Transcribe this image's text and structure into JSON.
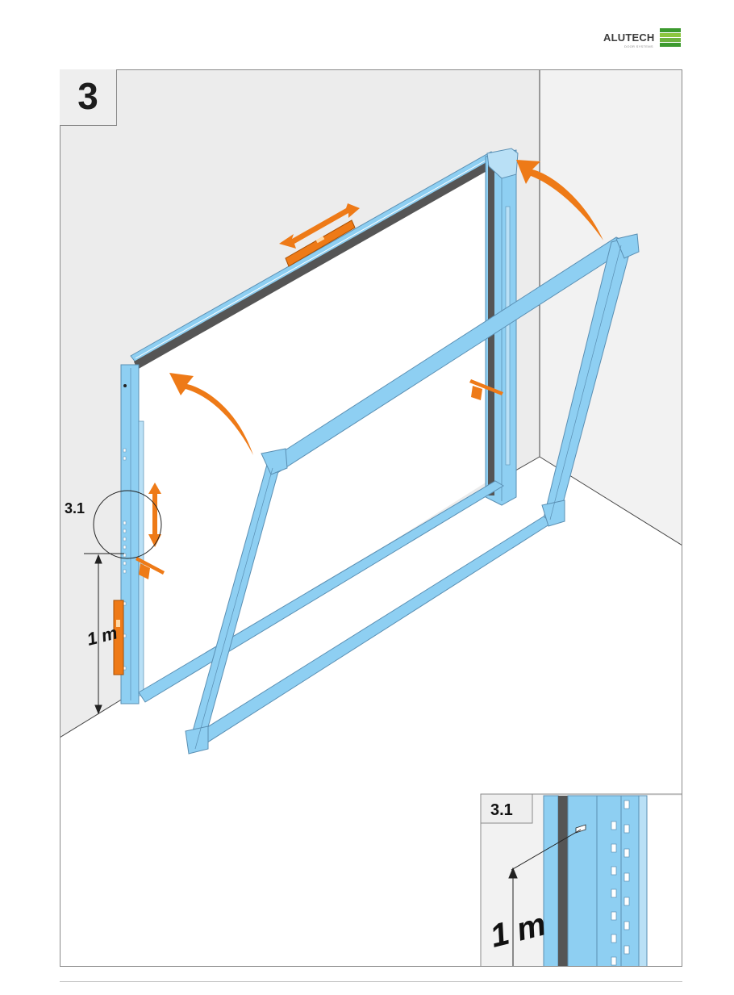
{
  "brand": {
    "name": "ALUTECH",
    "tagline": "DOOR SYSTEMS"
  },
  "step": {
    "number": "3"
  },
  "callout": {
    "label": "3.1"
  },
  "measurement": {
    "label": "1 m"
  },
  "detail": {
    "label": "3.1",
    "measurement_label": "1 m"
  },
  "colors": {
    "frame_blue": "#8ecff2",
    "frame_outline": "#5a8fb3",
    "accent_orange": "#ee7a17",
    "wall_grey": "#ececec",
    "floor_grey": "#f6f6f6",
    "seal_dark": "#555555",
    "logo_green_dark": "#3c9a2e",
    "logo_green_light": "#8cc63f"
  },
  "icons": [
    "swap-arrow-icon",
    "rotate-arrow-icon",
    "spirit-level-icon",
    "dimension-arrow-icon"
  ]
}
